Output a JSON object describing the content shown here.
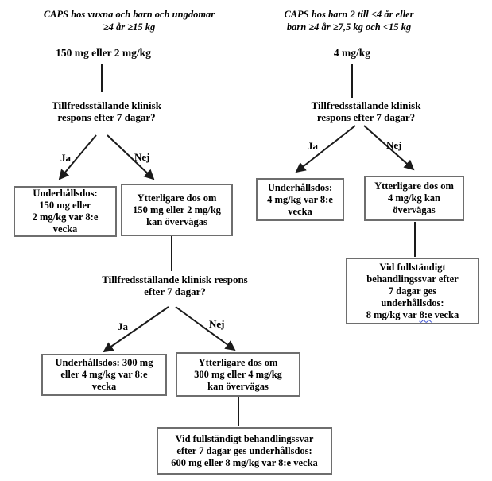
{
  "colors": {
    "text": "#000000",
    "box_border": "#6e6e6e",
    "connector": "#1a1a1a",
    "spellcheck_squiggle": "#3a4fd0"
  },
  "left_tree": {
    "title": [
      "CAPS hos vuxna och barn och ungdomar",
      "≥4 år ≥15 kg"
    ],
    "start_dose": "150 mg eller 2 mg/kg",
    "question1": [
      "Tillfredsställande klinisk",
      "respons efter 7 dagar?"
    ],
    "branch1_yes": "Ja",
    "branch1_no": "Nej",
    "box_maintenance1": [
      "Underhållsdos:",
      "150 mg eller",
      "2 mg/kg var 8:e",
      "vecka"
    ],
    "box_additional1": [
      "Ytterligare dos om",
      "150 mg eller 2 mg/kg",
      "kan övervägas"
    ],
    "question2": [
      "Tillfredsställande klinisk respons",
      "efter 7 dagar?"
    ],
    "branch2_yes": "Ja",
    "branch2_no": "Nej",
    "box_maintenance2": [
      "Underhållsdos: 300 mg",
      "eller 4 mg/kg var 8:e",
      "vecka"
    ],
    "box_additional2": [
      "Ytterligare dos om",
      "300 mg eller 4 mg/kg",
      "kan övervägas"
    ],
    "box_full_response": [
      "Vid fullständigt behandlingssvar",
      "efter 7 dagar ges underhållsdos:",
      "600 mg eller 8 mg/kg var 8:e vecka"
    ]
  },
  "right_tree": {
    "title": [
      "CAPS hos barn 2 till <4 år eller",
      "barn ≥4 år ≥7,5 kg och <15 kg"
    ],
    "start_dose": "4 mg/kg",
    "question1": [
      "Tillfredsställande klinisk",
      "respons efter 7 dagar?"
    ],
    "branch1_yes": "Ja",
    "branch1_no": "Nej",
    "box_maintenance": [
      "Underhållsdos:",
      "4 mg/kg var 8:e",
      "vecka"
    ],
    "box_additional": [
      "Ytterligare dos om",
      "4 mg/kg kan",
      "övervägas"
    ],
    "box_full_response": [
      "Vid fullständigt",
      "behandlingssvar efter",
      "7 dagar ges",
      "underhållsdos:"
    ],
    "box_full_response_last_pre": "8 mg/kg var ",
    "box_full_response_misspelled": "8:e",
    "box_full_response_last_post": " vecka"
  }
}
